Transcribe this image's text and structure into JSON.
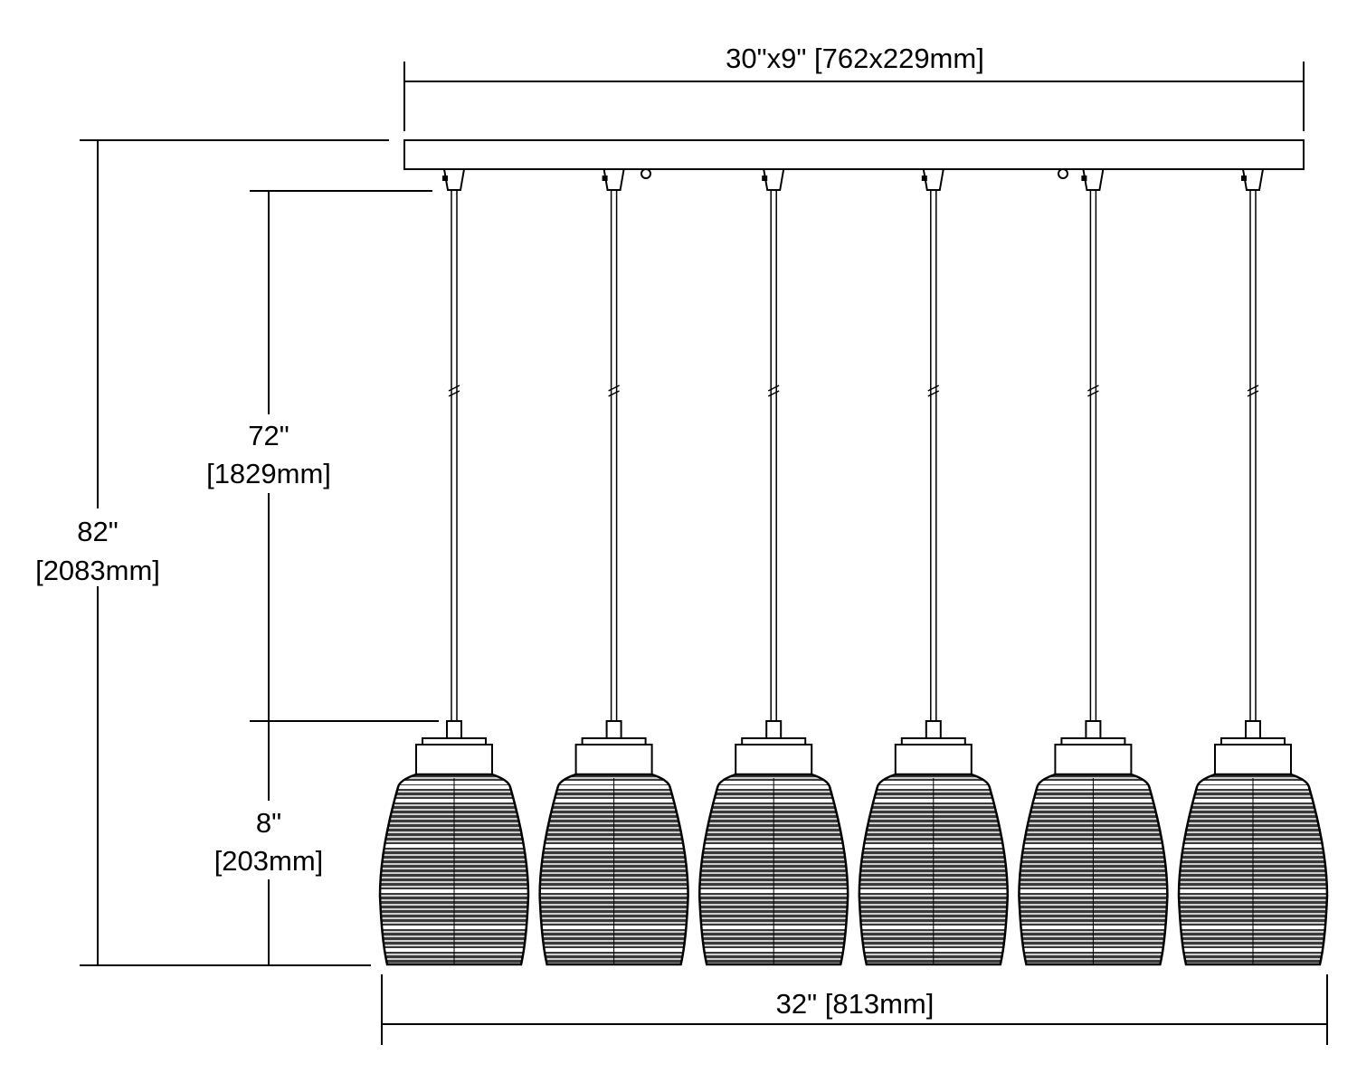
{
  "dimensions": {
    "canopy": "30\"x9\" [762x229mm]",
    "overall_height_in": "82\"",
    "overall_height_mm": "[2083mm]",
    "cord_length_in": "72\"",
    "cord_length_mm": "[1829mm]",
    "shade_height_in": "8\"",
    "shade_height_mm": "[203mm]",
    "overall_width": "32\" [813mm]"
  },
  "pendant_count": 6,
  "colors": {
    "line": "#000000",
    "shade_dark": "#3a3a3a",
    "background": "#ffffff"
  }
}
